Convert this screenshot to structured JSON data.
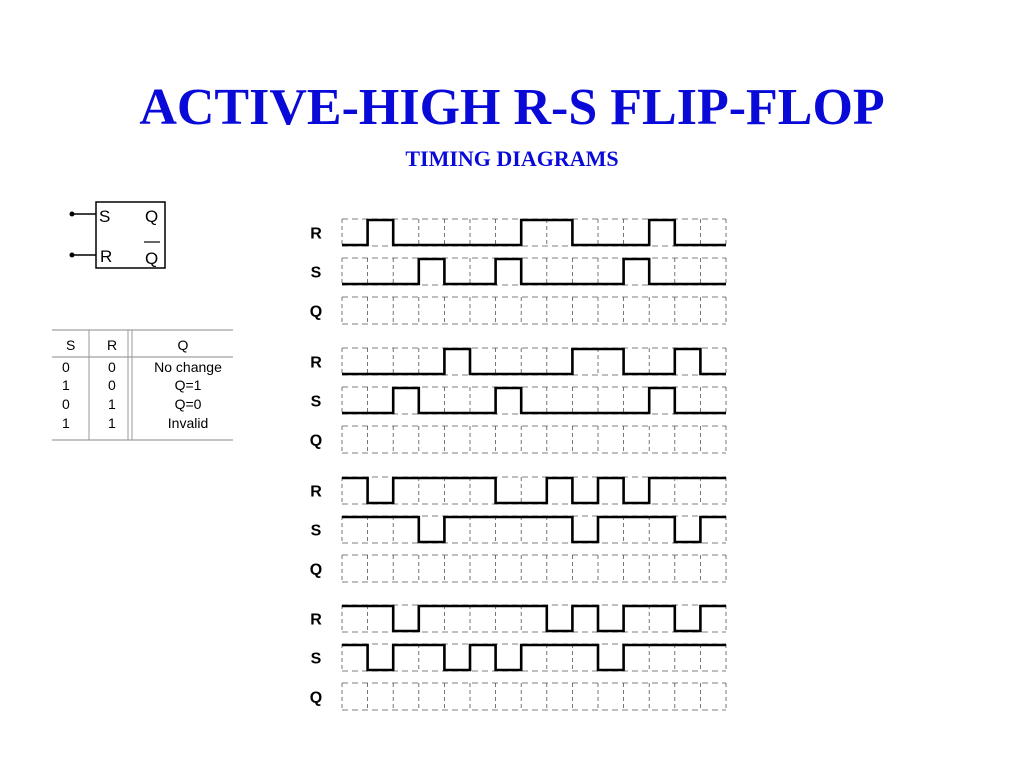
{
  "title": "ACTIVE-HIGH R-S FLIP-FLOP",
  "subtitle": "TIMING DIAGRAMS",
  "symbol": {
    "pins": [
      "S",
      "Q",
      "R",
      "Q"
    ]
  },
  "truth_table": {
    "headers": [
      "S",
      "R",
      "Q"
    ],
    "rows": [
      [
        "0",
        "0",
        "No change"
      ],
      [
        "1",
        "0",
        "Q=1"
      ],
      [
        "0",
        "1",
        "Q=0"
      ],
      [
        "1",
        "1",
        "Invalid"
      ]
    ]
  },
  "timing": {
    "slots": 15,
    "groups": [
      {
        "signals": [
          {
            "label": "R",
            "levels": [
              0,
              1,
              0,
              0,
              0,
              0,
              0,
              1,
              1,
              0,
              0,
              0,
              1,
              0,
              0
            ]
          },
          {
            "label": "S",
            "levels": [
              0,
              0,
              0,
              1,
              0,
              0,
              1,
              0,
              0,
              0,
              0,
              1,
              0,
              0,
              0
            ]
          },
          {
            "label": "Q",
            "levels": null
          }
        ]
      },
      {
        "signals": [
          {
            "label": "R",
            "levels": [
              0,
              0,
              0,
              0,
              1,
              0,
              0,
              0,
              0,
              1,
              1,
              0,
              0,
              1,
              0
            ]
          },
          {
            "label": "S",
            "levels": [
              0,
              0,
              1,
              0,
              0,
              0,
              1,
              0,
              0,
              0,
              0,
              0,
              1,
              0,
              0
            ]
          },
          {
            "label": "Q",
            "levels": null
          }
        ]
      },
      {
        "signals": [
          {
            "label": "R",
            "levels": [
              1,
              0,
              1,
              1,
              1,
              1,
              0,
              0,
              1,
              0,
              1,
              0,
              1,
              1,
              1
            ]
          },
          {
            "label": "S",
            "levels": [
              1,
              1,
              1,
              0,
              1,
              1,
              1,
              1,
              1,
              0,
              1,
              1,
              1,
              0,
              1
            ]
          },
          {
            "label": "Q",
            "levels": null
          }
        ]
      },
      {
        "signals": [
          {
            "label": "R",
            "levels": [
              1,
              1,
              0,
              1,
              1,
              1,
              1,
              1,
              0,
              1,
              0,
              1,
              1,
              0,
              1
            ]
          },
          {
            "label": "S",
            "levels": [
              1,
              0,
              1,
              1,
              0,
              1,
              0,
              1,
              1,
              1,
              0,
              1,
              1,
              1,
              1
            ]
          },
          {
            "label": "Q",
            "levels": null
          }
        ]
      }
    ]
  }
}
